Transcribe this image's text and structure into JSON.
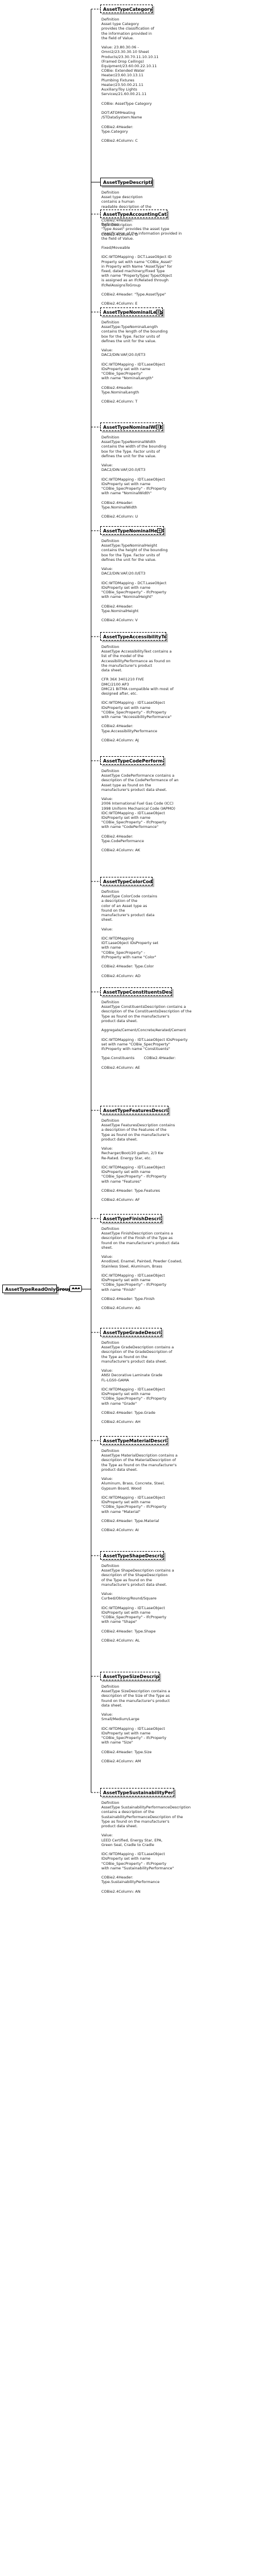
{
  "root": {
    "label": "AssetTypeReadOnlyGroup"
  },
  "sequence_icon": "sequence-compositor",
  "elements": [
    {
      "name": "AssetTypeCategory",
      "optional": true,
      "doc": "Definition\nAsset type Category\nprovides the classification of\nthe information provided in\nthe field of Value.\n\nValue: 23.80.30.06 -\nOmni2/23.30.30.10 Sheet\nProducts/23.30.70.11.10.10.11\n(Framed Drop Ceilings)\nEquipment/23.60.00.22.10.11\nCOBie: Extended Water\nHeater/23.60.10.13.11\nPlumbing Fixtures\nHeater/23.50.00.21.11\nAuxiliary/Toy Lights\nServices/21.60.00.21.11\n\nCOBie: AssetType Category\n\nDOT:ATOMHeating\n/STDataSystem:Name\n\nCOBie2.4Header:\nType.Category\n\nCOBie2.4Column: C"
    },
    {
      "name": "AssetTypeDescription",
      "optional": false,
      "doc": "Definition\nAsset type description\ncontains a human\nreadable description of the\nasset type.\n\nCOBie2.4Header:\nType.Description\n\nCOBie2.4Column: D"
    },
    {
      "name": "AssetTypeAccountingCategory",
      "optional": true,
      "doc": "Definition\n\"Type Asset\" provides the asset type\nclassification of the information provided in\nthe field of Value.\n\nFixed/Moveable\n\nIDC:WTDMapping - DCT.LaseObject ID\nProperty set with name \"COBie_Asset\"\nin Property with Name \"AssetType\" for\nfixed, dated machinery/Fixed Type\nwith name \"PropertyType/ Type/Object\nis assigned as an IfcRelated through\nIfcRelAssignsToGroup\n\nCOBie2.4Header: \"Type.AssetType\"\n\nCOBie2.4Column: E"
    },
    {
      "name": "AssetTypeNominalLength",
      "optional": true,
      "plus": true,
      "doc": "Definition\nAssetType:TypeNominalLength\ncontains the length of the bounding\nbox for the Type. Factor units of\ndefines the unit for the value.\n\nValue:\nDAC2/DIN:VAF/20.0/ET3\n\nIDC:WTDMapping - IDT.LaseObject\nIDsProperty set with name\n\"COBie_SpecProperty\"\nwith name \"NominalLength\"\n\nCOBie2.4Header:\nType.NominalLength\n\nCOBie2.4Column: T"
    },
    {
      "name": "AssetTypeNominalWidth",
      "optional": true,
      "plus": true,
      "doc": "Definition\nAssetType:TypeNominalWidth\ncontains the width of the bounding\nbox for the Type. Factor units of\ndefines the unit for the value.\n\nValue:\nDAC2/DIN:VAF/20.0/ET3\n\nIDC:WTDMapping - IDT.LaseObject\nIDsProperty set with name\n\"COBie_SpecProperty\" - IfcProperty\nwith name \"NominalWidth\"\n\nCOBie2.4Header:\nType.NominalWidth\n\nCOBie2.4Column: U"
    },
    {
      "name": "AssetTypeNominalHeight",
      "optional": true,
      "plus": true,
      "doc": "Definition\nAssetType:TypeNominalHeight\ncontains the height of the bounding\nbox for the Type. Factor units of\ndefines the unit for the value.\n\nValue:\nDAC2/DIN:VAF/20.0/ET3\n\nIDC:WTDMapping - DCT.LaseObject\nIDsProperty set with name\n\"COBie_SpecProperty\" - IfcProperty\nwith name \"NominalHeight\"\n\nCOBie2.4Header:\nType.NominalHeight\n\nCOBie2.4Column: V"
    },
    {
      "name": "AssetTypeAccessibilityText",
      "optional": true,
      "doc": "Definition\nAssetType AccessibilityText contains a\nlist of the model of the\nAccessibilityPerformance as found on\nthe manufacturer's product\ndata sheet.\n\nCFR 36X 3401210 FIVE\nDMC/2100 AP3\nDMC21 BITMA compatible with most of\ndesigned after, etc.\n\nIDC:WTDMapping - IDT.LaseObject\nIDsProperty set with name\n\"COBie_SpecProperty\" - IfcProperty\nwith name \"AccessibilityPerformance\"\n\nCOBie2.4Header:\nType.AccessibilityPerformance\n\nCOBie2.4Column: AJ"
    },
    {
      "name": "AssetTypeCodePerformance",
      "optional": true,
      "doc": "Definition\nAssetType CodePerformance contains a\ndescription of the CodePerformance of an\nAsset type as found on the\nmanufacturer's product data sheet.\n\nValue:\n2006 International Fuel Gas Code (ICC)\n1998 Uniform Mechanical Code (IAPMO)\nIDC:WTDMapping - IDT.LaseObject\nIDsProperty set with name\n\"COBie_SpecProperty\" - IfcProperty\nwith name \"CodePerformance\"\n\nCOBie2.4Header:\nType.CodePerformance\n\nCOBie2.4Column: AK"
    },
    {
      "name": "AssetTypeColorCode",
      "optional": true,
      "doc": "Definition\nAssetType ColorCode contains\na description of the\ncolor of an Asset type as\nfound on the\nmanufacturer's product data\nsheet.\n\nValue:\n\nIDC:WTDMapping\nIDT.LaseObject IDsProperty set\nwith name\n\"COBie_SpecProperty\" -\nIfcProperty with name \"Color\"\n\nCOBie2.4Header: Type.Color\n\nCOBie2.4Column: AD"
    },
    {
      "name": "AssetTypeConstituentsDescription",
      "optional": true,
      "doc": "Definition\nAssetType ConstituentsDescription contains a\ndescription of the ConstituentsDescription of the\nType as found on the manufacturer's\nproduct data sheet.\n\nAggregate/Cement/Concrete/Aerated/Cement\n\nIDC:WTDMapping - IDT.LaseObject IDsProperty\nset with name \"COBie_SpecProperty\"\nIfcProperty with name \"Constituents\"\n\nType.Constituents        COBie2.4Header:\n\nCOBie2.4Column: AE"
    },
    {
      "name": "AssetTypeFeaturesDescription",
      "optional": true,
      "doc": "Definition\nAssetType FeaturesDescription contains\na description of the Features of the\nType as found on the manufacturer's\nproduct data sheet.\n\nValue:\nRecharger/Boot/20 gallon, 2/3 Kw\nRe-Rated. Energy Star, etc.\n\nIDC:WTDMapping - IDT.LaseObject\nIDsProperty set with name\n\"COBie_SpecProperty\" - IfcProperty\nwith name \"Features\"\n\nCOBie2.4Header: Type.Features\n\nCOBie2.4Column: AF"
    },
    {
      "name": "AssetTypeFinishDescription",
      "optional": true,
      "doc": "Definition\nAssetType FinishDescription contains a\ndescription of the Finish of the Type as\nfound on the manufacturer's product data\nsheet.\n\nValue:\nAnodized, Enamel, Painted, Powder Coated,\nStainless Steel, Aluminum, Brass\n\nIDC:WTDMapping - IDT.LaseObject\nIDsProperty set with name\n\"COBie_SpecProperty\" - IfcProperty\nwith name \"Finish\"\n\nCOBie2.4Header: Type.Finish\n\nCOBie2.4Column: AG"
    },
    {
      "name": "AssetTypeGradeDescription",
      "optional": true,
      "doc": "Definition\nAssetType GradeDescription contains a\ndescription of the GradeDescription of\nthe Type as found on the\nmanufacturer's product data sheet.\n\nValue:\nANSI Decorative Laminate Grade\nFL-LGS0-GAMA\n\nIDC:WTDMapping - IDT.LaseObject\nIDsProperty set with name\n\"COBie_SpecProperty\" - IfcProperty\nwith name \"Grade\"\n\nCOBie2.4Header: Type.Grade\n\nCOBie2.4Column: AH"
    },
    {
      "name": "AssetTypeMaterialDescription",
      "optional": true,
      "doc": "Definition\nAssetType MaterialDescription contains a\ndescription of the MaterialDescription of\nthe Type as found on the manufacturer's\nproduct data sheet.\n\nValue:\nAluminum, Brass, Concrete, Steel,\nGypsum Board, Wood\n\nIDC:WTDMapping - IDT.LaseObject\nIDsProperty set with name\n\"COBie_SpecProperty\" - IfcProperty\nwith name \"Material\"\n\nCOBie2.4Header: Type.Material\n\nCOBie2.4Column: AI"
    },
    {
      "name": "AssetTypeShapeDescription",
      "optional": true,
      "doc": "Definition\nAssetType ShapeDescription contains a\ndescription of the ShapeDescription\nof the Type as found on the\nmanufacturer's product data sheet.\n\nValue:\nCurbed/Oblong/Round/Square\n\nIDC:WTDMapping - IDT.LaseObject\nIDsProperty set with name\n\"COBie_SpecProperty\" - IfcProperty\nwith name \"Shape\"\n\nCOBie2.4Header: Type.Shape\n\nCOBie2.4Column: AL"
    },
    {
      "name": "AssetTypeSizeDescription",
      "optional": true,
      "doc": "Definition\nAssetType SizeDescription contains a\ndescription of the Size of the Type as\nfound on the manufacturer's product\ndata sheet.\n\nValue:\nSmall/Medium/Large\n\nIDC:WTDMapping - IDT.LaseObject\nIDsProperty set with name\n\"COBie_SpecProperty\" - IfcProperty\nwith name \"Size\"\n\nCOBie2.4Header: Type.Size\n\nCOBie2.4Column: AM"
    },
    {
      "name": "AssetTypeSustainabilityPerformanceDescription",
      "optional": true,
      "doc": "Definition\nAssetType SustainabilityPerformanceDescription\ncontains a description of the\nSustainabilityPerformanceDescription of the\nType as found on the manufacturer's\nproduct data sheet.\n\nValue:\nLEED Certified, Energy Star, EPA,\nGreen Seal, Cradle to Cradle\n\nIDC:WTDMapping - IDT.LaseObject\nIDsProperty set with name\n\"COBie_SpecProperty\" - IfcProperty\nwith name \"SustainabilityPerformance\"\n\nCOBie2.4Header:\nType.SustainabilityPerformance\n\nCOBie2.4Column: AN"
    }
  ],
  "truncated_label": "AssetTypeSustainabilityPerfor..."
}
